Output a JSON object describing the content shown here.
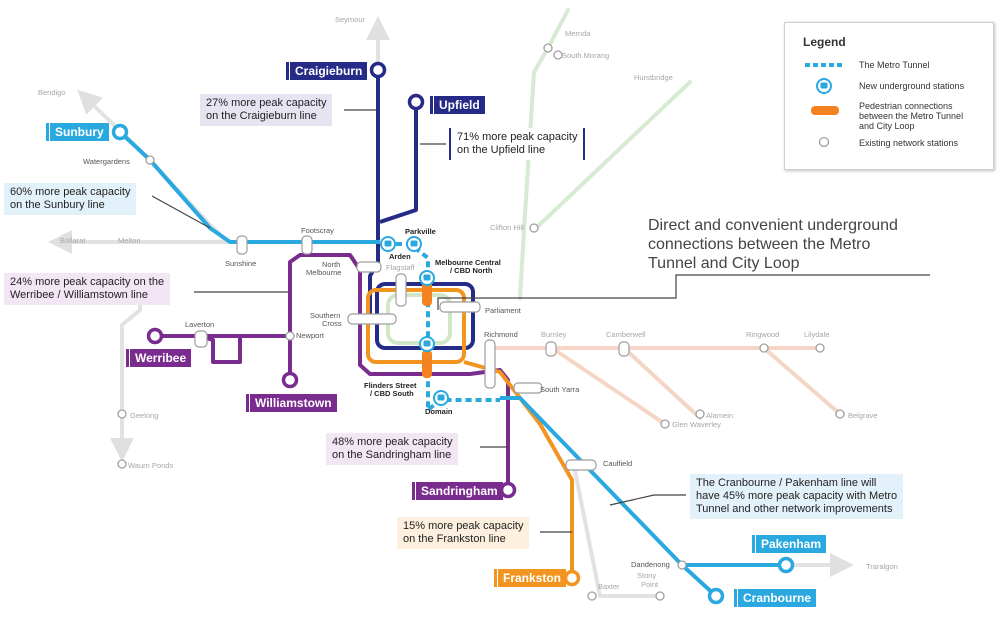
{
  "colors": {
    "metro_tunnel": "#29a9e0",
    "sunbury": "#29a9e0",
    "craigieburn": "#252b87",
    "upfield": "#252b87",
    "werribee": "#7a2b8e",
    "williamstown": "#7a2b8e",
    "sandringham": "#7a2b8e",
    "frankston": "#f29420",
    "cranbourne_pakenham": "#29a9e0",
    "inactive_lines": "#e0e0e0",
    "eastern_lines": "#f5d5c5",
    "mernda_line": "#d7ead3",
    "city_loop_green": "#cfe6c7",
    "pedestrian_connection": "#f58220"
  },
  "termini": {
    "craigieburn": "Craigieburn",
    "upfield": "Upfield",
    "sunbury": "Sunbury",
    "werribee": "Werribee",
    "williamstown": "Williamstown",
    "sandringham": "Sandringham",
    "frankston": "Frankston",
    "pakenham": "Pakenham",
    "cranbourne": "Cranbourne"
  },
  "stations_grey": {
    "seymour": "Seymour",
    "bendigo": "Bendigo",
    "ballarat": "Ballarat",
    "melton": "Melton",
    "geelong": "Geelong",
    "waurn_ponds": "Waurn Ponds",
    "mernda": "Mernda",
    "south_morang": "South Morang",
    "hurstbridge": "Hurstbridge",
    "clifton_hill": "Clifton Hill",
    "burnley": "Burnley",
    "camberwell": "Camberwell",
    "ringwood": "Ringwood",
    "lilydale": "Lilydale",
    "alamein": "Alamein",
    "belgrave": "Belgrave",
    "glen_waverley": "Glen Waverley",
    "traralgon": "Traralgon",
    "baxter": "Baxter",
    "stony_point": "Stony\nPoint",
    "flagstaff": "Flagstaff"
  },
  "stations": {
    "watergardens": "Watergardens",
    "sunshine": "Sunshine",
    "footscray": "Footscray",
    "north_melbourne": "North\nMelbourne",
    "southern_cross": "Southern\nCross",
    "laverton": "Laverton",
    "newport": "Newport",
    "parliament": "Parliament",
    "richmond": "Richmond",
    "south_yarra": "South Yarra",
    "caulfield": "Caulfield",
    "dandenong": "Dandenong"
  },
  "new_stations": {
    "arden": "Arden",
    "parkville": "Parkville",
    "melbourne_central": "Melbourne Central\n/ CBD North",
    "flinders_street": "Flinders Street\n/ CBD South",
    "domain": "Domain"
  },
  "capacity_notes": {
    "craigieburn": "27% more peak capacity\non the Craigieburn line",
    "upfield": "71% more peak capacity\non the Upfield line",
    "sunbury": "60% more peak capacity\non the Sunbury line",
    "werribee": "24% more peak capacity on the\nWerribee / Williamstown line",
    "sandringham": "48% more peak capacity\non the Sandringham line",
    "frankston": "15% more peak capacity\non the Frankston line",
    "cranbourne": "The Cranbourne / Pakenham line will\nhave 45% more peak capacity with Metro\nTunnel and other network improvements"
  },
  "callout": "Direct and convenient underground\nconnections between the Metro\nTunnel and City Loop",
  "legend": {
    "title": "Legend",
    "metro_tunnel": "The Metro Tunnel",
    "new_stations": "New underground stations",
    "pedestrian": "Pedestrian connections\nbetween the Metro Tunnel\nand City Loop",
    "existing": "Existing network stations"
  }
}
